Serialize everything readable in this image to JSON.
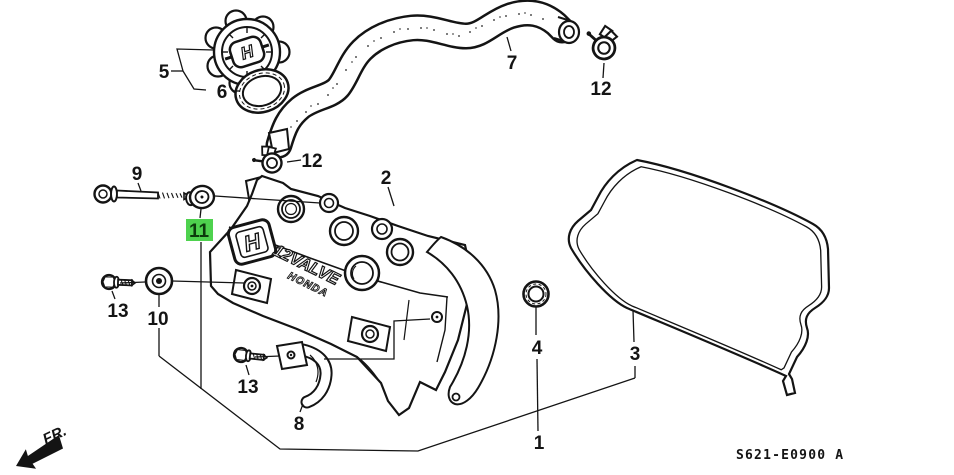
{
  "diagram": {
    "code": "S621-E0900 A",
    "fr_label": "FR.",
    "highlight_color": "#4ed24e",
    "cover_embossing": {
      "line1": "12VALVE",
      "line2": "HONDA",
      "logo": "H",
      "cap_logo": "H"
    },
    "callouts": [
      {
        "number": "5",
        "highlighted": false
      },
      {
        "number": "6",
        "highlighted": false
      },
      {
        "number": "7",
        "highlighted": false
      },
      {
        "number": "12",
        "highlighted": false
      },
      {
        "number": "12",
        "highlighted": false
      },
      {
        "number": "9",
        "highlighted": false
      },
      {
        "number": "11",
        "highlighted": true
      },
      {
        "number": "2",
        "highlighted": false
      },
      {
        "number": "13",
        "highlighted": false
      },
      {
        "number": "10",
        "highlighted": false
      },
      {
        "number": "13",
        "highlighted": false
      },
      {
        "number": "8",
        "highlighted": false
      },
      {
        "number": "4",
        "highlighted": false
      },
      {
        "number": "3",
        "highlighted": false
      },
      {
        "number": "1",
        "highlighted": false
      }
    ]
  }
}
